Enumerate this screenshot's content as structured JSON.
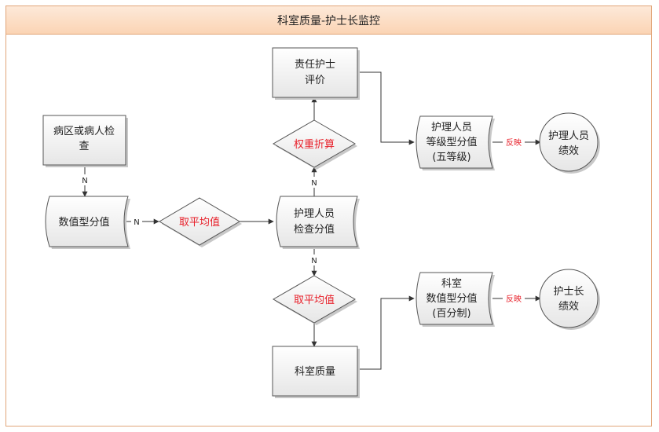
{
  "title": "科室质量-护士长监控",
  "nodes": {
    "ward_check": [
      "病区或病人检",
      "查"
    ],
    "numeric_score": [
      "数值型分值"
    ],
    "avg1": [
      "取平均值"
    ],
    "nurse_check_score": [
      "护理人员",
      "检查分值"
    ],
    "weight_convert": [
      "权重折算"
    ],
    "responsible_eval": [
      "责任护士",
      "评价"
    ],
    "grade_score": [
      "护理人员",
      "等级型分值",
      "(五等级)"
    ],
    "nurse_perf": [
      "护理人员",
      "绩效"
    ],
    "avg2": [
      "取平均值"
    ],
    "dept_quality": [
      "科室质量"
    ],
    "dept_numeric": [
      "科室",
      "数值型分值",
      "(百分制)"
    ],
    "head_perf": [
      "护士长",
      "绩效"
    ]
  },
  "edge_labels": {
    "n": "N",
    "reflect": "反映"
  },
  "colors": {
    "accent_red": "#e8202a",
    "title_bg": "#fbd4b4",
    "frame_border": "#e2a67a"
  }
}
